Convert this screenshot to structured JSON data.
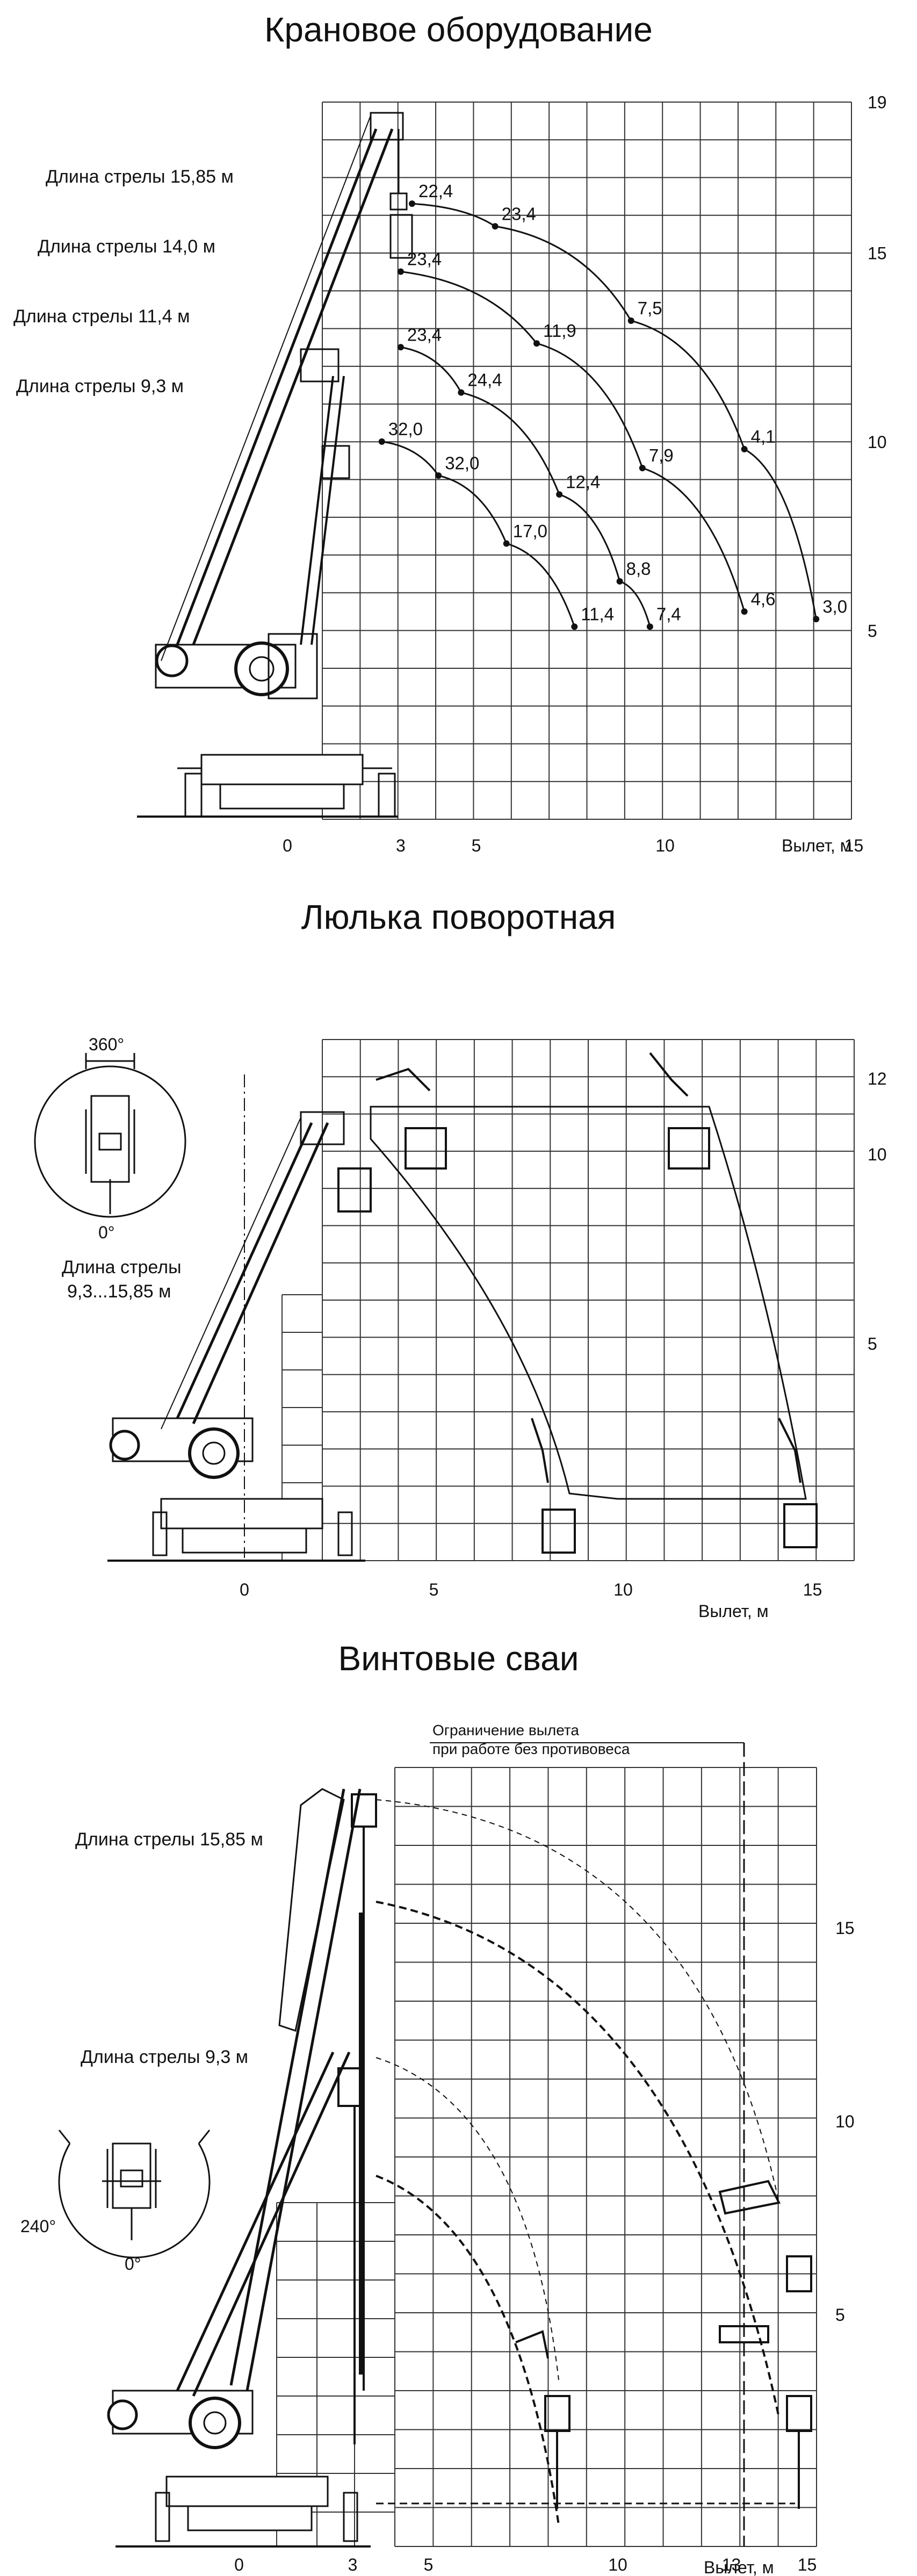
{
  "crane": {
    "title": "Крановое оборудование",
    "boom_labels": [
      "Длина стрелы 15,85 м",
      "Длина стрелы 14,0 м",
      "Длина стрелы 11,4 м",
      "Длина стрелы 9,3 м"
    ],
    "x_ticks": [
      "0",
      "3",
      "5",
      "10",
      "15"
    ],
    "y_ticks": [
      "19",
      "15",
      "10",
      "5"
    ],
    "x_axis_label": "Вылет, м",
    "curves": [
      {
        "boom": "15,85",
        "points": [
          [
            3.3,
            16.3,
            "22,4"
          ],
          [
            5.5,
            15.7,
            "23,4"
          ],
          [
            9.1,
            13.2,
            "7,5"
          ],
          [
            12.1,
            9.8,
            "4,1"
          ],
          [
            14,
            5.3,
            "3,0"
          ]
        ]
      },
      {
        "boom": "14,0",
        "points": [
          [
            3,
            14.5,
            "23,4"
          ],
          [
            6.6,
            12.6,
            "11,9"
          ],
          [
            9.4,
            9.3,
            "7,9"
          ],
          [
            12.1,
            5.5,
            "4,6"
          ]
        ]
      },
      {
        "boom": "11,4",
        "points": [
          [
            3,
            12.5,
            "23,4"
          ],
          [
            4.6,
            11.3,
            "24,4"
          ],
          [
            7.2,
            8.6,
            "12,4"
          ],
          [
            8.8,
            6.3,
            "8,8"
          ],
          [
            9.6,
            5.1,
            "7,4"
          ]
        ]
      },
      {
        "boom": "9,3",
        "points": [
          [
            2.5,
            10,
            "32,0"
          ],
          [
            4,
            9.1,
            "32,0"
          ],
          [
            5.8,
            7.3,
            "17,0"
          ],
          [
            7.6,
            5.1,
            "11,4"
          ]
        ]
      }
    ]
  },
  "basket": {
    "title": "Люлька поворотная",
    "rotation": "360°",
    "zero": "0°",
    "boom_label": "Длина стрелы\n9,3...15,85 м",
    "boom_label_lines": [
      "Длина стрелы",
      "9,3...15,85 м"
    ],
    "x_ticks": [
      "0",
      "5",
      "10",
      "15"
    ],
    "y_ticks": [
      "12",
      "10",
      "5"
    ],
    "x_axis_label": "Вылет, м"
  },
  "piles": {
    "title": "Винтовые сваи",
    "note_lines": [
      "Ограничение вылета",
      "при работе без противовеса"
    ],
    "boom_labels": [
      "Длина стрелы 15,85 м",
      "Длина стрелы 9,3 м"
    ],
    "rotation": "240°",
    "zero": "0°",
    "x_ticks": [
      "0",
      "3",
      "5",
      "10",
      "13",
      "15"
    ],
    "y_ticks": [
      "15",
      "10",
      "5"
    ],
    "x_axis_label": "Вылет, м"
  }
}
